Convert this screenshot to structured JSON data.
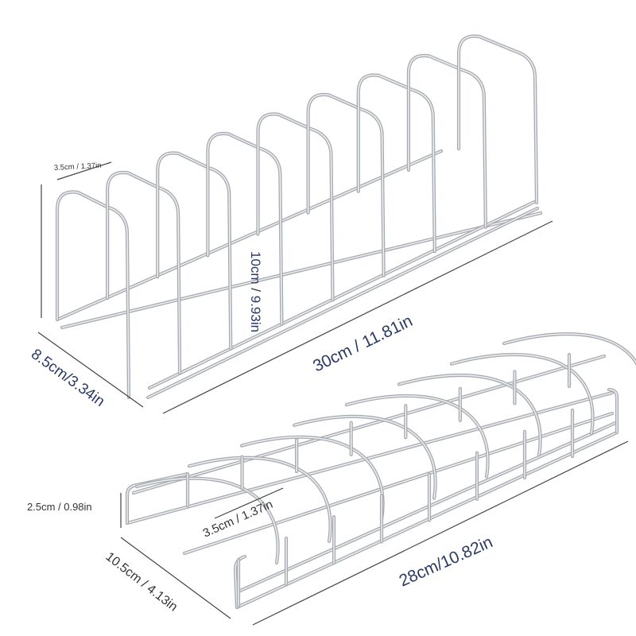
{
  "rack_tall": {
    "gap_label": "3.5cm / 1.37in",
    "height_label": "10cm / 9.93in",
    "depth_label": "8.5cm/3.34in",
    "length_label": "30cm / 11.81in",
    "divider_count": 9
  },
  "rack_low": {
    "height_label": "2.5cm / 0.98in",
    "gap_label": "3.5cm / 1.37in",
    "depth_label": "10.5cm / 4.13in",
    "length_label": "28cm/10.82in",
    "divider_count": 8
  },
  "colors": {
    "wire": "#a8abb0",
    "wire_highlight": "#eef0f2",
    "label_dark": "#2c3a66",
    "label_small": "#333333",
    "dimension_line": "#444444"
  }
}
